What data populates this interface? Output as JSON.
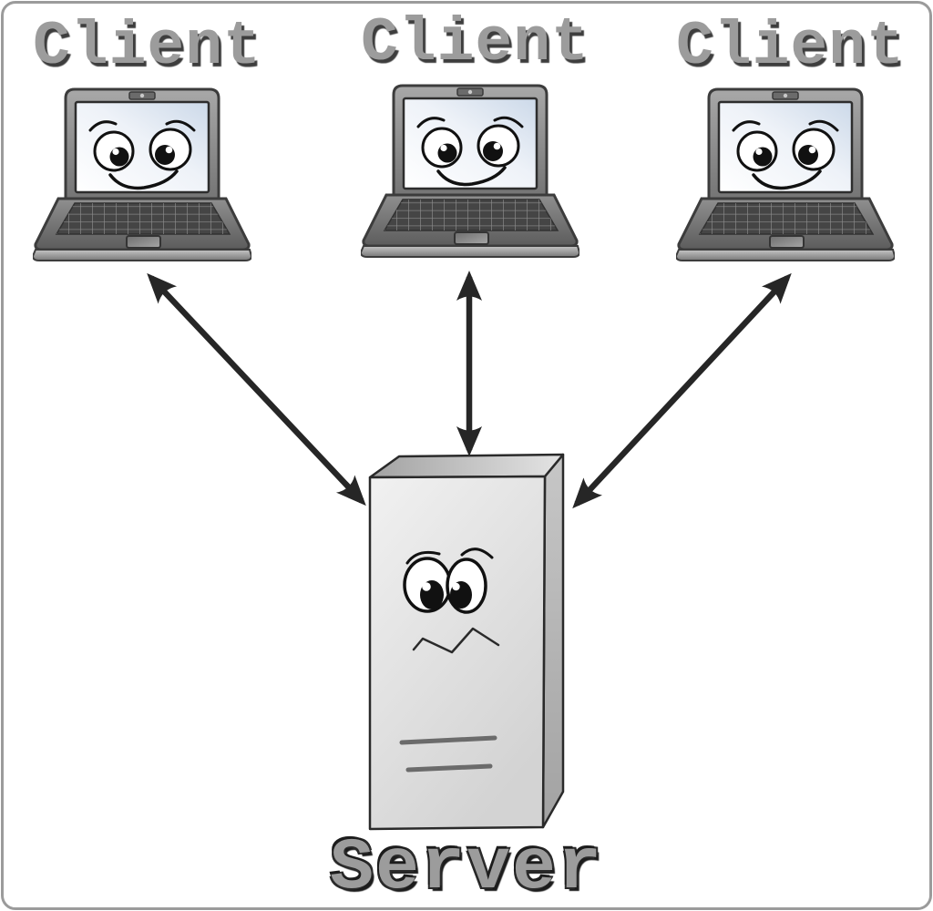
{
  "diagram": {
    "type": "client-server-architecture",
    "background": "#ffffff",
    "frame_border_color": "#9b9b9b"
  },
  "nodes": {
    "clients": [
      {
        "id": "client-1",
        "label": "Client",
        "icon": "laptop-with-smiling-face"
      },
      {
        "id": "client-2",
        "label": "Client",
        "icon": "laptop-with-smiling-face"
      },
      {
        "id": "client-3",
        "label": "Client",
        "icon": "laptop-with-smiling-face"
      }
    ],
    "server": {
      "id": "server",
      "label": "Server",
      "icon": "server-tower-with-worried-face"
    }
  },
  "connections": [
    {
      "from": "client-1",
      "to": "server",
      "type": "bidirectional-arrow"
    },
    {
      "from": "client-2",
      "to": "server",
      "type": "bidirectional-arrow"
    },
    {
      "from": "client-3",
      "to": "server",
      "type": "bidirectional-arrow"
    }
  ],
  "colors": {
    "label_text": "#9c9c9c",
    "label_shadow": "#3a3a3a",
    "arrow": "#262626",
    "laptop_bezel": "#8d8d8d",
    "laptop_keyboard": "#454545",
    "screen_tint": "#ccd9e9",
    "server_front": "#e8e8e8",
    "server_side": "#b5b5b5",
    "outline": "#2e2e2e"
  }
}
